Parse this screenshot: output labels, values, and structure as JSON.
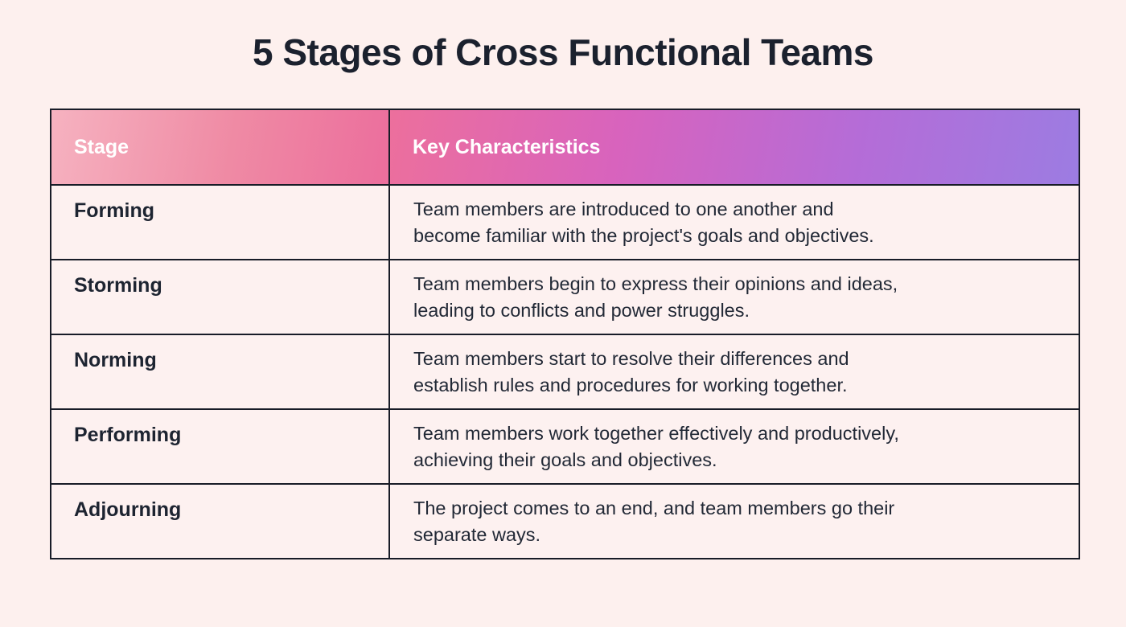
{
  "page": {
    "title": "5 Stages of Cross Functional Teams",
    "background_color": "#fdf0ee",
    "border_color": "#181c27",
    "header_gradient": [
      "#f6b2c0",
      "#ec6f9d",
      "#d863bd",
      "#9c7ce2"
    ],
    "header_text_color": "#ffffff",
    "body_text_color": "#1d2431"
  },
  "table": {
    "columns": [
      {
        "label": "Stage"
      },
      {
        "label": "Key Characteristics"
      }
    ],
    "rows": [
      {
        "stage": "Forming",
        "description": "Team members are introduced to one another and\nbecome familiar with the project's goals and objectives."
      },
      {
        "stage": "Storming",
        "description": "Team members begin to express their opinions and ideas,\nleading to conflicts and power struggles."
      },
      {
        "stage": "Norming",
        "description": "Team members start to resolve their differences and\nestablish rules and procedures for working together."
      },
      {
        "stage": "Performing",
        "description": "Team members work together effectively and productively,\nachieving their goals and objectives."
      },
      {
        "stage": "Adjourning",
        "description": "The project comes to an end, and team members go their\nseparate ways."
      }
    ]
  }
}
